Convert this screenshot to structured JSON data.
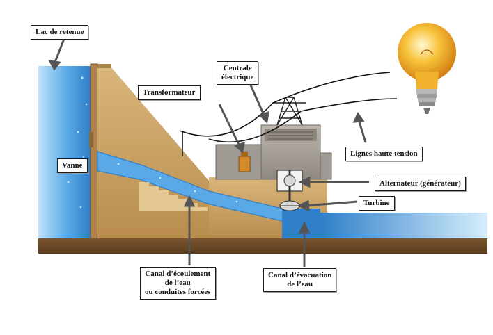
{
  "labels": {
    "lac": "Lac de retenue",
    "centrale": [
      "Centrale",
      "électrique"
    ],
    "transformateur": "Transformateur",
    "vanne": "Vanne",
    "lignes": "Lignes haute tension",
    "alternateur": "Alternateur (générateur)",
    "turbine": "Turbine",
    "canal_ecoulement": [
      "Canal d’écoulement",
      "de l’eau",
      "ou conduites forcées"
    ],
    "canal_evacuation": [
      "Canal d’évacuation",
      "de l’eau"
    ]
  },
  "colors": {
    "water": "#5aa9e6",
    "water_dark": "#2f7fc9",
    "concrete": "#c9a266",
    "concrete_dark": "#a98448",
    "ground": "#6b4a26",
    "building": "#a7a19a",
    "bulb_glow": "#f7c23a"
  },
  "icons": [
    "light-bulb-icon",
    "pylon-icon",
    "turbine-icon",
    "generator-icon"
  ]
}
